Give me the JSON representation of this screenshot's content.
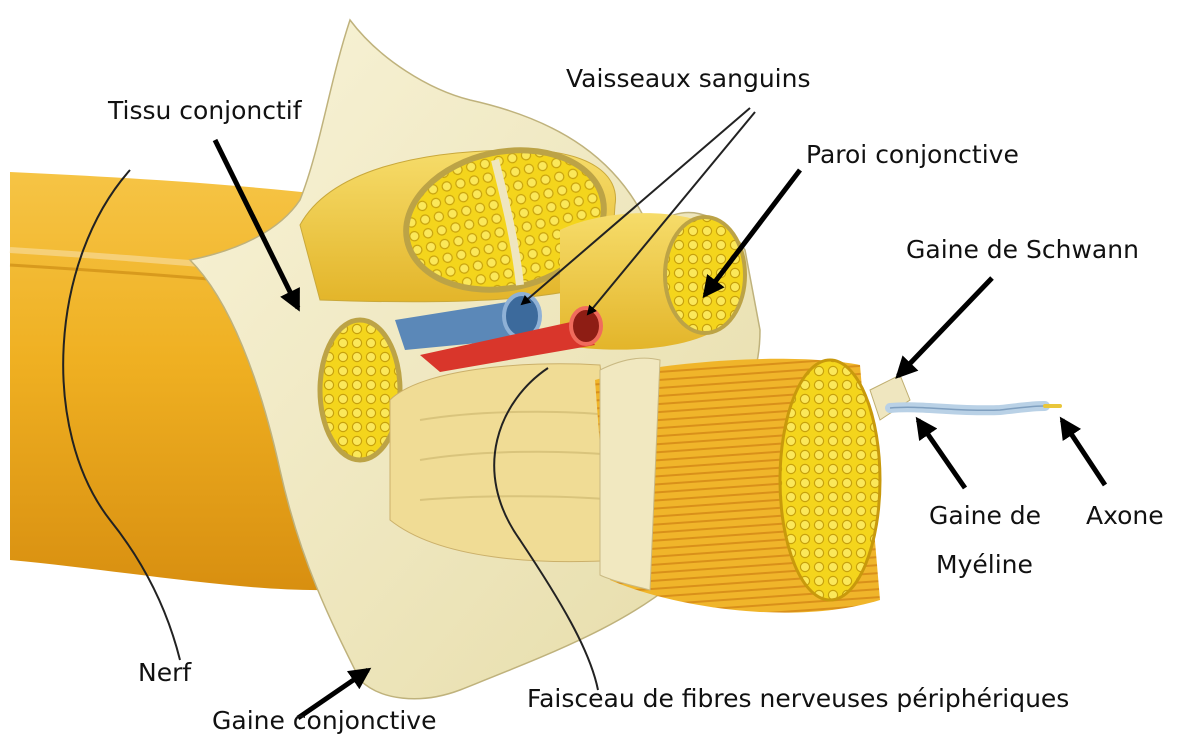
{
  "labels": {
    "tissu_conjonctif": "Tissu conjonctif",
    "vaisseaux_sanguins": "Vaisseaux sanguins",
    "paroi_conjonctive": "Paroi conjonctive",
    "gaine_de_schwann": "Gaine de Schwann",
    "gaine_de_myeline_line1": "Gaine de",
    "gaine_de_myeline_line2": "Myéline",
    "axone": "Axone",
    "nerf": "Nerf",
    "gaine_conjonctive": "Gaine conjonctive",
    "faisceau": "Faisceau de fibres nerveuses périphériques"
  },
  "colors": {
    "nerve_yellow": "#f2b51c",
    "sheath_cream": "#f3ecc4",
    "fascicle_yellow": "#f7d928",
    "vein_blue": "#5b88b8",
    "artery_red": "#d9362b",
    "myelin_blue": "#b9d1e6",
    "axon_gold": "#e9c63a"
  }
}
